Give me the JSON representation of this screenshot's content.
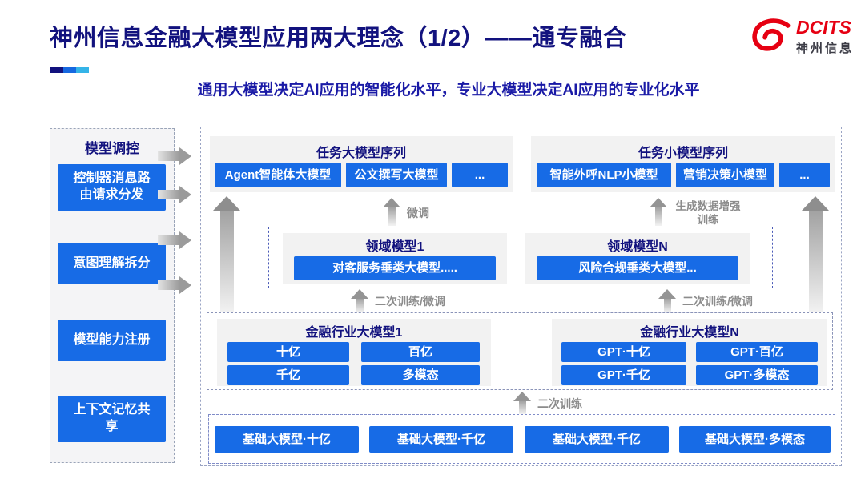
{
  "header": {
    "title": "神州信息金融大模型应用两大理念（1/2）——通专融合",
    "subtitle": "通用大模型决定AI应用的智能化水平，专业大模型决定AI应用的专业化水平",
    "logo": {
      "brand": "DCITS",
      "brand_cn": "神州信息",
      "icon": "dcits-swirl-icon"
    }
  },
  "sidebar": {
    "title": "模型调控",
    "items": [
      {
        "label": "控制器消息路由请求分发"
      },
      {
        "label": "意图理解拆分"
      },
      {
        "label": "模型能力注册"
      },
      {
        "label": "上下文记忆共享"
      }
    ]
  },
  "main": {
    "task_large_group": {
      "title": "任务大模型序列",
      "items": [
        "Agent智能体大模型",
        "公文撰写大模型",
        "..."
      ]
    },
    "task_small_group": {
      "title": "任务小模型序列",
      "items": [
        "智能外呼NLP小模型",
        "营销决策小模型",
        "..."
      ]
    },
    "domain_groups": [
      {
        "title": "领域模型1",
        "model": "对客服务垂类大模型....."
      },
      {
        "title": "领域模型N",
        "model": "风险合规垂类大模型..."
      }
    ],
    "industry_groups": [
      {
        "title": "金融行业大模型1",
        "items": [
          "十亿",
          "百亿",
          "千亿",
          "多模态"
        ]
      },
      {
        "title": "金融行业大模型N",
        "items": [
          "GPT·十亿",
          "GPT·百亿",
          "GPT·千亿",
          "GPT·多模态"
        ]
      }
    ],
    "base_models": [
      "基础大模型·十亿",
      "基础大模型·千亿",
      "基础大模型·千亿",
      "基础大模型·多模态"
    ],
    "arrow_labels": {
      "finetune": "微调",
      "gen_data_training": "生成数据增强训练",
      "secondary_training_finetune": "二次训练/微调",
      "secondary_training": "二次训练"
    }
  },
  "colors": {
    "title_navy": "#12127E",
    "subtitle_blue": "#1A1AA6",
    "button_blue": "#176BE6",
    "brand_red": "#E60012",
    "panel_gray": "#F2F2F2",
    "arrow_gray": "#9B9B9B"
  }
}
